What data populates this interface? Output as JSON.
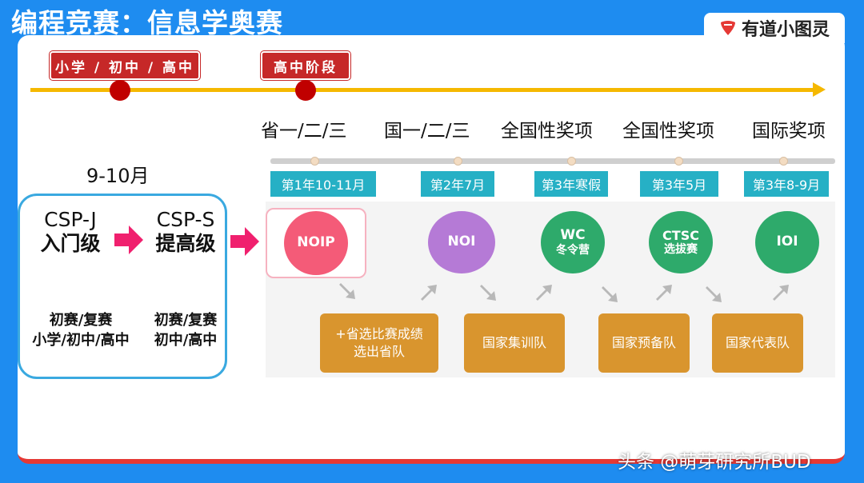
{
  "title": "编程竞赛：信息学奥赛",
  "logo": {
    "text": "有道小图灵",
    "icon": "youdao-heart-icon",
    "color": "#e53935"
  },
  "stages": [
    {
      "label": "小学 / 初中 / 高中"
    },
    {
      "label": "高中阶段"
    }
  ],
  "left_section": {
    "month": "9-10月",
    "levels": [
      {
        "name": "CSP-J",
        "level": "入门级",
        "round": "初赛/复赛",
        "grades": "小学/初中/高中"
      },
      {
        "name": "CSP-S",
        "level": "提高级",
        "round": "初赛/复赛",
        "grades": "初中/高中"
      }
    ]
  },
  "awards": [
    "省一/二/三",
    "国一/二/三",
    "全国性奖项",
    "全国性奖项",
    "国际奖项"
  ],
  "times": [
    "第1年10-11月",
    "第2年7月",
    "第3年寒假",
    "第3年5月",
    "第3年8-9月"
  ],
  "competitions": [
    {
      "line1": "NOIP",
      "line2": "",
      "color": "#f45b78"
    },
    {
      "line1": "NOI",
      "line2": "",
      "color": "#b57ad6"
    },
    {
      "line1": "WC",
      "line2": "冬令营",
      "color": "#2eaa6b"
    },
    {
      "line1": "CTSC",
      "line2": "选拔赛",
      "color": "#2eaa6b"
    },
    {
      "line1": "IOI",
      "line2": "",
      "color": "#2eaa6b"
    }
  ],
  "teams": [
    {
      "line1": "+省选比赛成绩",
      "line2": "选出省队"
    },
    {
      "line1": "国家集训队",
      "line2": ""
    },
    {
      "line1": "国家预备队",
      "line2": ""
    },
    {
      "line1": "国家代表队",
      "line2": ""
    }
  ],
  "colors": {
    "background": "#1e8cf0",
    "timeline": "#f5b800",
    "stage_tag": "#c62828",
    "time_tag": "#26b0c5",
    "team_box": "#d9952e",
    "pink_arrow": "#f0206e"
  },
  "watermark": "头条 @萌芽研究所BUD"
}
